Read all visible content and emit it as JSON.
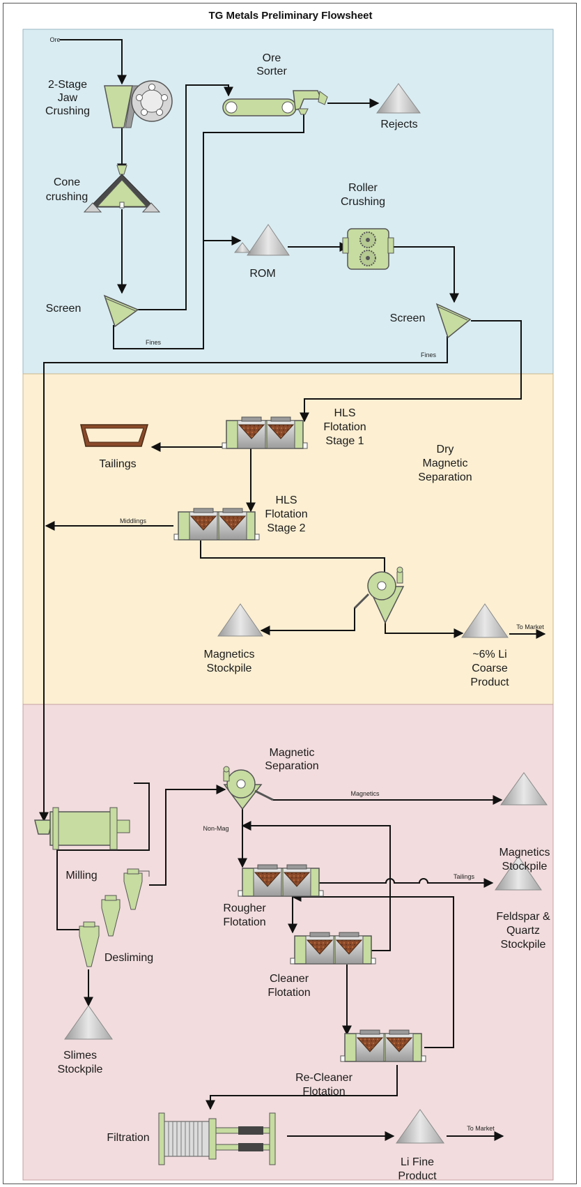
{
  "title": "TG Metals Preliminary Flowsheet",
  "colors": {
    "crushing_zone": "#d9ecf2",
    "separation_zone": "#fcefd2",
    "flotation_zone": "#f2dcdd",
    "equipment_green": "#c6dca0",
    "stockpile_grey": "#b3b3b3",
    "froth_brown": "#8a4a2a"
  },
  "labels": {
    "ore_in": "Ore",
    "jaw_1": "2-Stage",
    "jaw_2": "Jaw",
    "jaw_3": "Crushing",
    "sorter_1": "Ore",
    "sorter_2": "Sorter",
    "rejects": "Rejects",
    "cone_1": "Cone",
    "cone_2": "crushing",
    "roller_1": "Roller",
    "roller_2": "Crushing",
    "rom": "ROM",
    "screen_a": "Screen",
    "fines_a": "Fines",
    "screen_b": "Screen",
    "fines_b": "Fines",
    "hls1_1": "HLS",
    "hls1_2": "Flotation",
    "hls1_3": "Stage 1",
    "tailings_1": "Tailings",
    "dry_1": "Dry",
    "dry_2": "Magnetic",
    "dry_3": "Separation",
    "middlings": "Middlings",
    "hls2_1": "HLS",
    "hls2_2": "Flotation",
    "hls2_3": "Stage 2",
    "mag_stock_1a": "Magnetics",
    "mag_stock_1b": "Stockpile",
    "to_market_1": "To Market",
    "coarse_1": "~6% Li",
    "coarse_2": "Coarse",
    "coarse_3": "Product",
    "milling": "Milling",
    "magsep_1": "Magnetic",
    "magsep_2": "Separation",
    "magnetics_line": "Magnetics",
    "mag_stock_2a": "Magnetics",
    "mag_stock_2b": "Stockpile",
    "non_mag": "Non-Mag",
    "tailings_2": "Tailings",
    "rougher_1": "Rougher",
    "rougher_2": "Flotation",
    "feldspar_1": "Feldspar &",
    "feldspar_2": "Quartz",
    "feldspar_3": "Stockpile",
    "cleaner_1": "Cleaner",
    "cleaner_2": "Flotation",
    "desliming": "Desliming",
    "slimes_1": "Slimes",
    "slimes_2": "Stockpile",
    "recleaner_1": "Re-Cleaner",
    "recleaner_2": "Flotation",
    "filtration": "Filtration",
    "to_market_2": "To Market",
    "fine_1": "Li Fine",
    "fine_2": "Product"
  }
}
